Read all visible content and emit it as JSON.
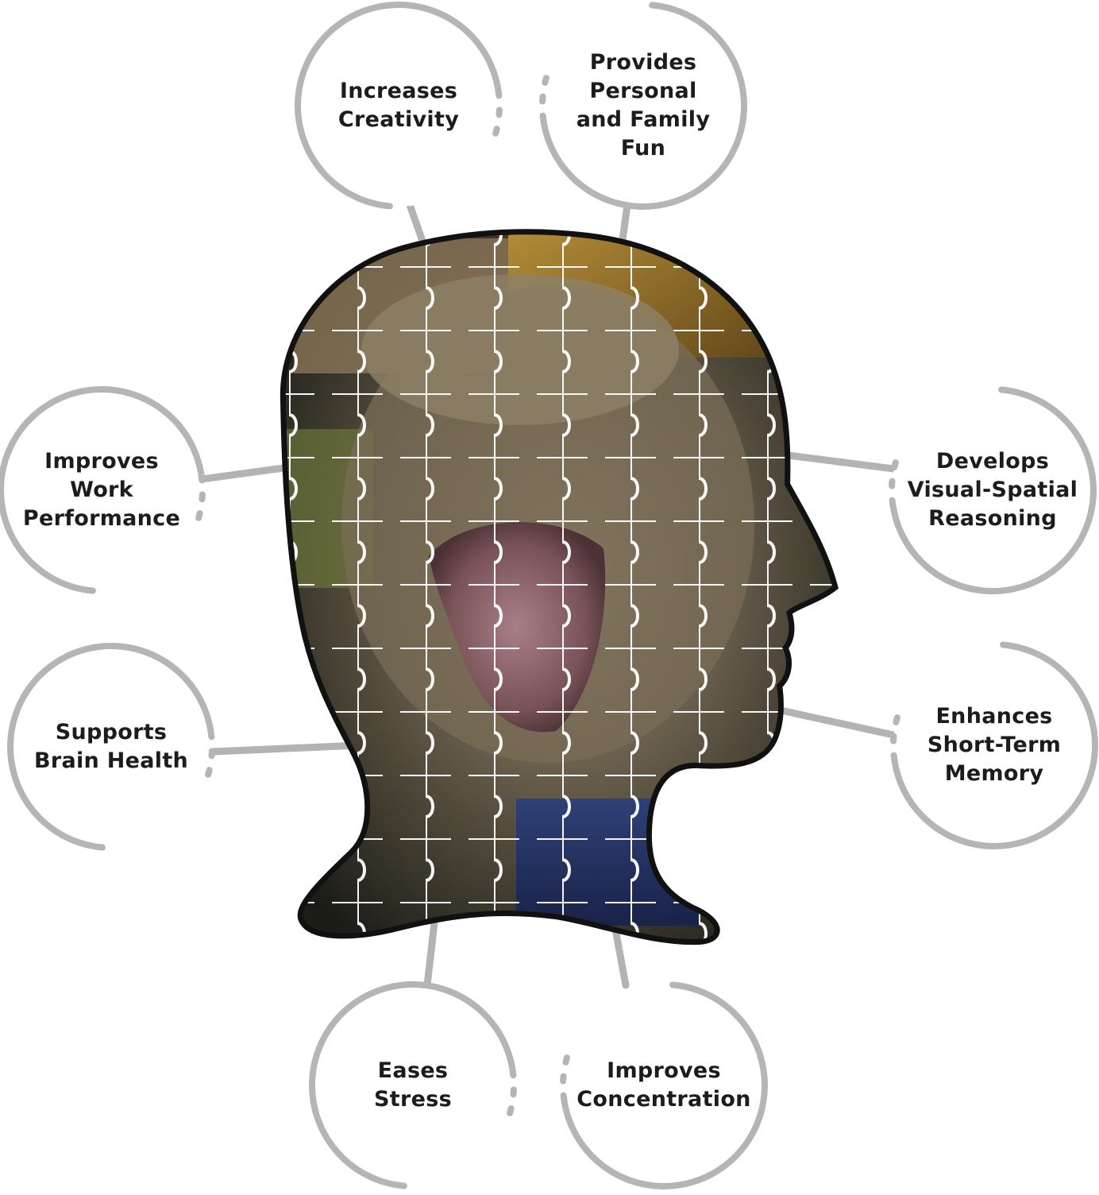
{
  "colors": {
    "ring": "#b5b5b5",
    "connector": "#b3b3b3",
    "head_outline": "#111111",
    "puzzle_lines": "#ffffff",
    "text": "#1c1c1c"
  },
  "benefits": [
    {
      "id": "increases-creativity",
      "lines": [
        "Increases",
        "Creativity"
      ]
    },
    {
      "id": "provides-personal-and-family-fun",
      "lines": [
        "Provides",
        "Personal",
        "and Family",
        "Fun"
      ]
    },
    {
      "id": "improves-work-performance",
      "lines": [
        "Improves",
        "Work",
        "Performance"
      ]
    },
    {
      "id": "develops-visual-spatial-reasoning",
      "lines": [
        "Develops",
        "Visual-Spatial",
        "Reasoning"
      ]
    },
    {
      "id": "supports-brain-health",
      "lines": [
        "Supports",
        "Brain Health"
      ]
    },
    {
      "id": "enhances-short-term-memory",
      "lines": [
        "Enhances",
        "Short-Term",
        "Memory"
      ]
    },
    {
      "id": "eases-stress",
      "lines": [
        "Eases",
        "Stress"
      ]
    },
    {
      "id": "improves-concentration",
      "lines": [
        "Improves",
        "Concentration"
      ]
    }
  ]
}
